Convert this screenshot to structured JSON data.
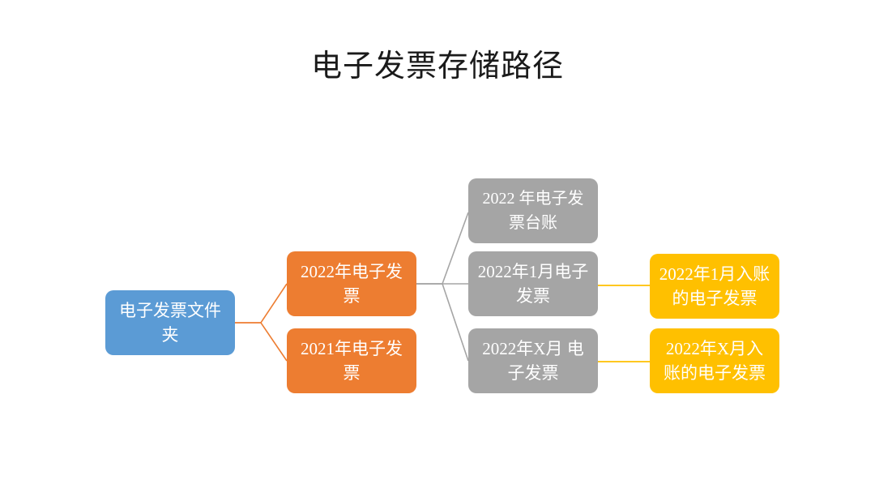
{
  "slide": {
    "title": "电子发票存储路径",
    "background": "#ffffff"
  },
  "colors": {
    "root": "#5B9BD5",
    "year": "#ED7D31",
    "month": "#A5A5A5",
    "booked": "#FFC000",
    "title_text": "#1a1a1a",
    "node_text": "#ffffff"
  },
  "diagram": {
    "nodes": {
      "root": "电子发票文件夹",
      "year_2022": "2022年电子发票",
      "year_2021": "2021年电子发票",
      "ledger_2022": "2022 年电子发票台账",
      "month_jan": "2022年1月电子发票",
      "month_x": "2022年X月 电子发票",
      "booked_jan": "2022年1月入账的电子发票",
      "booked_x": "2022年X月入账的电子发票"
    },
    "edges": [
      {
        "from": "root",
        "to": "year_2022",
        "color": "#ED7D31"
      },
      {
        "from": "root",
        "to": "year_2021",
        "color": "#ED7D31"
      },
      {
        "from": "year_2022",
        "to": "ledger_2022",
        "color": "#A5A5A5"
      },
      {
        "from": "year_2022",
        "to": "month_jan",
        "color": "#A5A5A5"
      },
      {
        "from": "year_2022",
        "to": "month_x",
        "color": "#A5A5A5"
      },
      {
        "from": "month_jan",
        "to": "booked_jan",
        "color": "#FFC000"
      },
      {
        "from": "month_x",
        "to": "booked_x",
        "color": "#FFC000"
      }
    ]
  }
}
